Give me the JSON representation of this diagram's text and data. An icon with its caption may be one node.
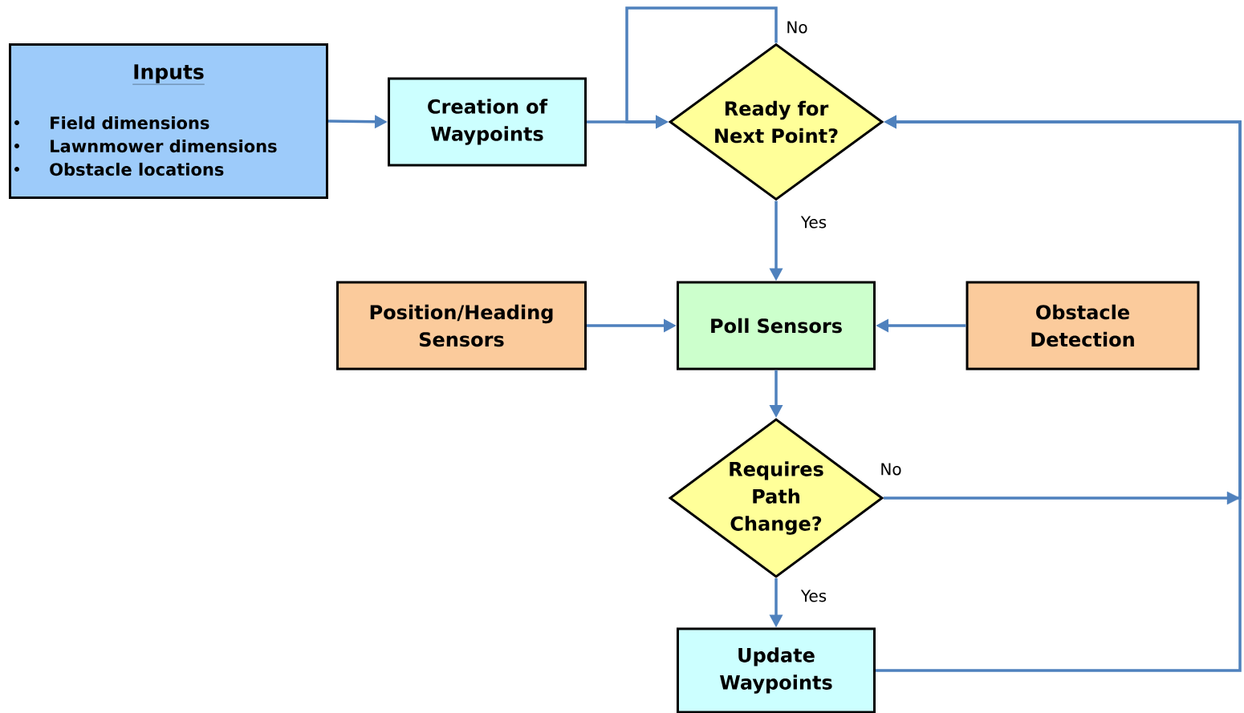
{
  "diagram": {
    "nodes": [
      {
        "text": [
          "Inputs",
          "Field dimensions",
          "Lawnmower dimensions",
          "Obstacle locations"
        ]
      },
      {
        "text": [
          "Creation of Waypoints"
        ]
      },
      {
        "text": [
          "Ready for Next Point?"
        ]
      },
      {
        "text": [
          "Position/Heading Sensors"
        ]
      },
      {
        "text": [
          "Poll Sensors"
        ]
      },
      {
        "text": [
          "Obstacle Detection"
        ]
      },
      {
        "text": [
          "Requires Path Change?"
        ]
      },
      {
        "text": [
          "Update Waypoints"
        ]
      }
    ],
    "edges": [
      {
        "from": 0,
        "to": 1,
        "arrow": "to"
      },
      {
        "from": 1,
        "to": 2,
        "arrow": "to"
      },
      {
        "from": 2,
        "to": 2,
        "arrow": "to",
        "label": "No"
      },
      {
        "from": 2,
        "to": 4,
        "arrow": "to",
        "label": "Yes"
      },
      {
        "from": 3,
        "to": 4,
        "arrow": "to"
      },
      {
        "from": 5,
        "to": 4,
        "arrow": "to"
      },
      {
        "from": 4,
        "to": 6,
        "arrow": "to"
      },
      {
        "from": 6,
        "to": 2,
        "arrow": "to",
        "label": "No"
      },
      {
        "from": 6,
        "to": 7,
        "arrow": "to",
        "label": "Yes"
      },
      {
        "from": 7,
        "to": 2,
        "arrow": "to"
      }
    ]
  }
}
